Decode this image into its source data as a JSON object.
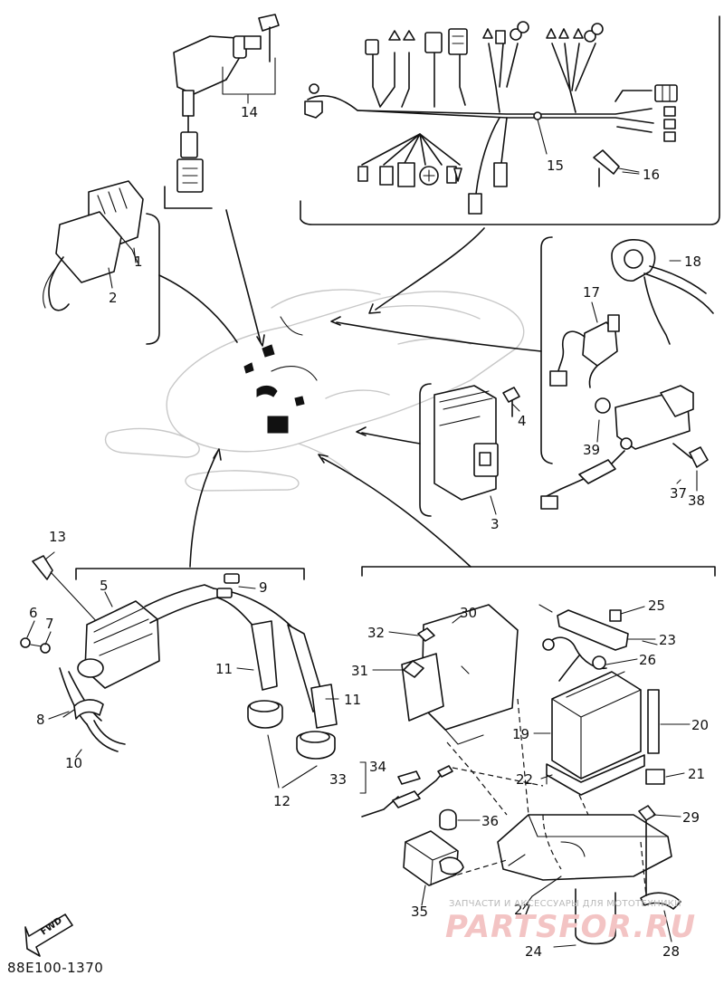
{
  "diagram": {
    "drawing_code": "88E100-1370",
    "forward_marker": "FWD",
    "watermark": {
      "tagline": "ЗАПЧАСТИ И АКСЕССУАРЫ ДЛЯ МОТОТЕХНИКИ",
      "logo": "PARTSFOR.RU"
    },
    "callouts": {
      "c1": "1",
      "c2": "2",
      "c3": "3",
      "c4": "4",
      "c5": "5",
      "c6": "6",
      "c7": "7",
      "c8": "8",
      "c9": "9",
      "c10": "10",
      "c11a": "11",
      "c11b": "11",
      "c12": "12",
      "c13": "13",
      "c14": "14",
      "c15": "15",
      "c16": "16",
      "c17": "17",
      "c18": "18",
      "c19": "19",
      "c20": "20",
      "c21": "21",
      "c22": "22",
      "c23": "23",
      "c24": "24",
      "c25": "25",
      "c26": "26",
      "c27": "27",
      "c28": "28",
      "c29": "29",
      "c30": "30",
      "c31": "31",
      "c32": "32",
      "c33": "33",
      "c34": "34",
      "c35": "35",
      "c36": "36",
      "c37": "37",
      "c38": "38",
      "c39": "39"
    }
  }
}
